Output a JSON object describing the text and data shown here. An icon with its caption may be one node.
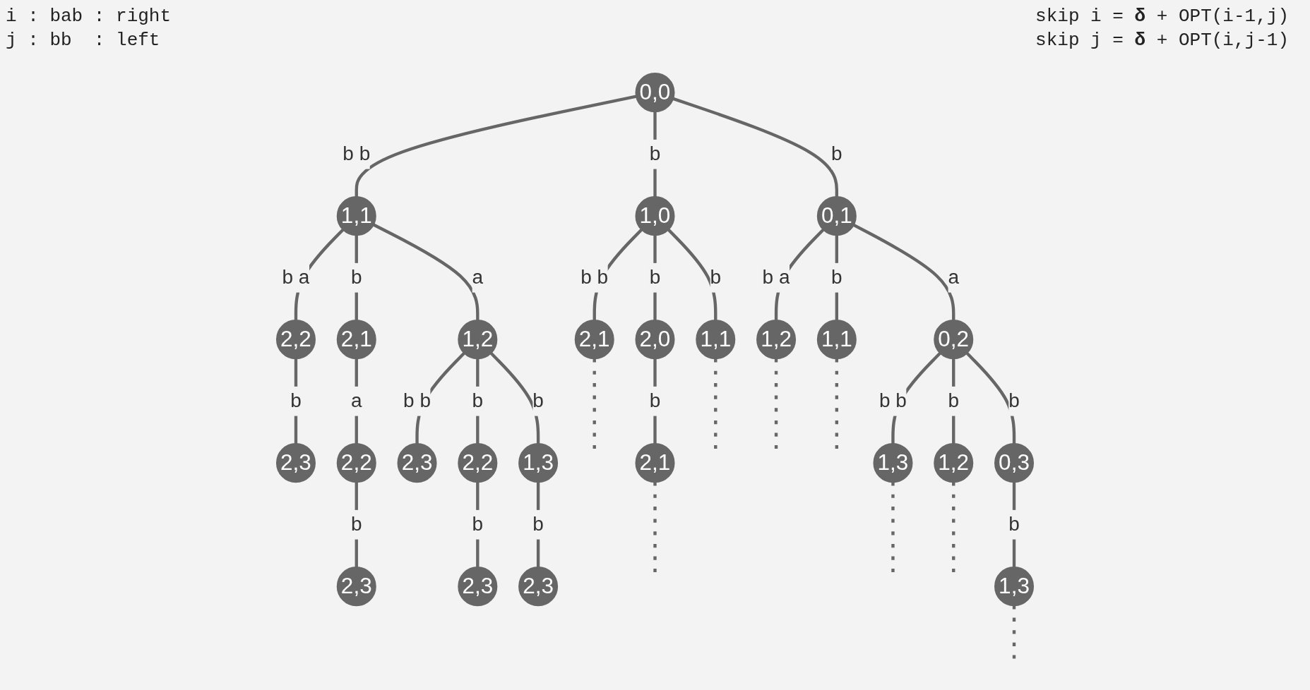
{
  "diagram": {
    "nodes": [
      {
        "text": [
          "0,0"
        ]
      },
      {
        "text": [
          "1,1"
        ]
      },
      {
        "text": [
          "1,0"
        ]
      },
      {
        "text": [
          "0,1"
        ]
      },
      {
        "text": [
          "2,2"
        ]
      },
      {
        "text": [
          "2,1"
        ]
      },
      {
        "text": [
          "1,2"
        ]
      },
      {
        "text": [
          "2,1"
        ]
      },
      {
        "text": [
          "2,0"
        ]
      },
      {
        "text": [
          "1,1"
        ]
      },
      {
        "text": [
          "1,2"
        ]
      },
      {
        "text": [
          "1,1"
        ]
      },
      {
        "text": [
          "0,2"
        ]
      },
      {
        "text": [
          "2,3"
        ]
      },
      {
        "text": [
          "2,2"
        ]
      },
      {
        "text": [
          "2,3"
        ]
      },
      {
        "text": [
          "2,2"
        ]
      },
      {
        "text": [
          "1,3"
        ]
      },
      {
        "text": [
          "2,1"
        ]
      },
      {
        "text": [
          "1,3"
        ]
      },
      {
        "text": [
          "1,2"
        ]
      },
      {
        "text": [
          "0,3"
        ]
      },
      {
        "text": [
          "2,3"
        ]
      },
      {
        "text": [
          "2,3"
        ]
      },
      {
        "text": [
          "2,3"
        ]
      },
      {
        "text": [
          "1,3"
        ]
      }
    ],
    "edges": [
      {
        "from": 0,
        "to": 1,
        "arrow": "none",
        "label": "b b"
      },
      {
        "from": 0,
        "to": 2,
        "arrow": "none",
        "label": "b"
      },
      {
        "from": 0,
        "to": 3,
        "arrow": "none",
        "label": "b"
      },
      {
        "from": 1,
        "to": 4,
        "arrow": "none",
        "label": "b a"
      },
      {
        "from": 1,
        "to": 5,
        "arrow": "none",
        "label": "b"
      },
      {
        "from": 1,
        "to": 6,
        "arrow": "none",
        "label": "a"
      },
      {
        "from": 2,
        "to": 7,
        "arrow": "none",
        "label": "b b"
      },
      {
        "from": 2,
        "to": 8,
        "arrow": "none",
        "label": "b"
      },
      {
        "from": 2,
        "to": 9,
        "arrow": "none",
        "label": "b"
      },
      {
        "from": 3,
        "to": 10,
        "arrow": "none",
        "label": "b a"
      },
      {
        "from": 3,
        "to": 11,
        "arrow": "none",
        "label": "b"
      },
      {
        "from": 3,
        "to": 12,
        "arrow": "none",
        "label": "a"
      },
      {
        "from": 4,
        "to": 13,
        "arrow": "none",
        "label": "b"
      },
      {
        "from": 5,
        "to": 14,
        "arrow": "none",
        "label": "a"
      },
      {
        "from": 6,
        "to": 15,
        "arrow": "none",
        "label": "b b"
      },
      {
        "from": 6,
        "to": 16,
        "arrow": "none",
        "label": "b"
      },
      {
        "from": 6,
        "to": 17,
        "arrow": "none",
        "label": "b"
      },
      {
        "from": 8,
        "to": 18,
        "arrow": "none",
        "label": "b"
      },
      {
        "from": 12,
        "to": 19,
        "arrow": "none",
        "label": "b b"
      },
      {
        "from": 12,
        "to": 20,
        "arrow": "none",
        "label": "b"
      },
      {
        "from": 12,
        "to": 21,
        "arrow": "none",
        "label": "b"
      },
      {
        "from": 14,
        "to": 22,
        "arrow": "none",
        "label": "b"
      },
      {
        "from": 16,
        "to": 23,
        "arrow": "none",
        "label": "b"
      },
      {
        "from": 17,
        "to": 24,
        "arrow": "none",
        "label": "b"
      },
      {
        "from": 21,
        "to": 25,
        "arrow": "none",
        "label": "b"
      },
      {
        "from": 7,
        "to": null,
        "arrow": "none",
        "style": "dashed"
      },
      {
        "from": 9,
        "to": null,
        "arrow": "none",
        "style": "dashed"
      },
      {
        "from": 10,
        "to": null,
        "arrow": "none",
        "style": "dashed"
      },
      {
        "from": 11,
        "to": null,
        "arrow": "none",
        "style": "dashed"
      },
      {
        "from": 18,
        "to": null,
        "arrow": "none",
        "style": "dashed"
      },
      {
        "from": 19,
        "to": null,
        "arrow": "none",
        "style": "dashed"
      },
      {
        "from": 20,
        "to": null,
        "arrow": "none",
        "style": "dashed"
      },
      {
        "from": 25,
        "to": null,
        "arrow": "none",
        "style": "dashed"
      }
    ],
    "labels": [
      "i : bab : right",
      "j : bb  : left",
      "skip i = **δ** + OPT(i-1,j)",
      "skip j = **δ** + OPT(i,j-1)"
    ]
  }
}
